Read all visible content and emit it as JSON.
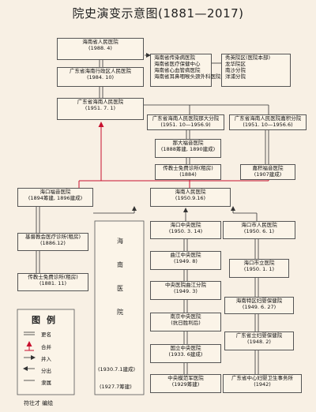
{
  "title": "院史演变示意图(1881—2017)",
  "boxes": {
    "hnsrmyy": [
      "海南省人民医院",
      "(1988. 4)"
    ],
    "gdhnxzq": [
      "广东省海南行政区人民医院",
      "(1984. 10)"
    ],
    "gdhnrmyy": [
      "广东省海南人民医院",
      "(1951. 7. 1)"
    ],
    "merged": [
      "海南省传染病医院",
      "海南省医疗保健中心",
      "海南省心血管病医院",
      "海南省耳鼻咽喉头颈外科医院"
    ],
    "branches": [
      "秀英院区(医院本部)",
      "龙华院区",
      "南沙分院",
      "洋浦分院"
    ],
    "nada": [
      "广东省海南人民医院那大分院",
      "(1951. 10—1956.9)"
    ],
    "jiaji": [
      "广东省海南人民医院嘉积分院",
      "(1951. 10—1956.6)"
    ],
    "nadafy": [
      "那大福音医院",
      "(1888筹建, 1890建成)"
    ],
    "jiajify": [
      "嘉积福音医院",
      "(1907建成)"
    ],
    "nadazs": [
      "传教士免费诊所(租房)",
      "(1884)"
    ],
    "haikoufy": [
      "海口福音医院",
      "(1894筹建, 1896建成)"
    ],
    "hnrmyy": [
      "海南人民医院",
      "(1950.9.16)"
    ],
    "jdjhzs": [
      "基督教会医疗诊所(租房)",
      "(1886.12)"
    ],
    "hkzs": [
      "传教士免费诊所(租房)",
      "(1881. 11)"
    ],
    "hkzyyy": [
      "海口中央医院",
      "(1950. 3. 14)"
    ],
    "hksrmyy": [
      "海口市人民医院",
      "(1950. 6. 1)"
    ],
    "qjzy": [
      "曲江中央医院",
      "(1949. 8)"
    ],
    "hksl": [
      "海口市立医院",
      "(1950. 1. 1)"
    ],
    "zyyyqj": [
      "中央医院曲江分院",
      "(1949. 3)"
    ],
    "hntqfy": [
      "海南特区妇婴保健院",
      "(1949. 6. 27)"
    ],
    "nanjingzy": [
      "南京中央医院",
      "(抗日胜利后)"
    ],
    "gdslfy": [
      "广东省立妇婴保健院",
      "(1948. 2)"
    ],
    "guolizy": [
      "国立中央医院",
      "(1933. 6建成)"
    ],
    "gdszx": [
      "广东省中心妇婴卫生事务所",
      "(1942)"
    ],
    "lujun": [
      "中央模范军医院",
      "(1929筹建)"
    ]
  },
  "vertical_hospital": {
    "chars": [
      "海",
      "南",
      "医",
      "院"
    ],
    "date1": "(1930.7.1建成)",
    "date2": "(1927.7筹建)"
  },
  "legend": {
    "title": "图例",
    "items": [
      {
        "label": "更名",
        "kind": "double"
      },
      {
        "label": "合并",
        "kind": "merge-red"
      },
      {
        "label": "并入",
        "kind": "arrow"
      },
      {
        "label": "分出",
        "kind": "arrow-left"
      },
      {
        "label": "隶属",
        "kind": "line"
      }
    ]
  },
  "author": "符壮才 编绘",
  "colors": {
    "background": "#f8f0e4",
    "box_fill": "#fbf4e8",
    "merge_red": "#c8102e",
    "line": "#333333"
  }
}
